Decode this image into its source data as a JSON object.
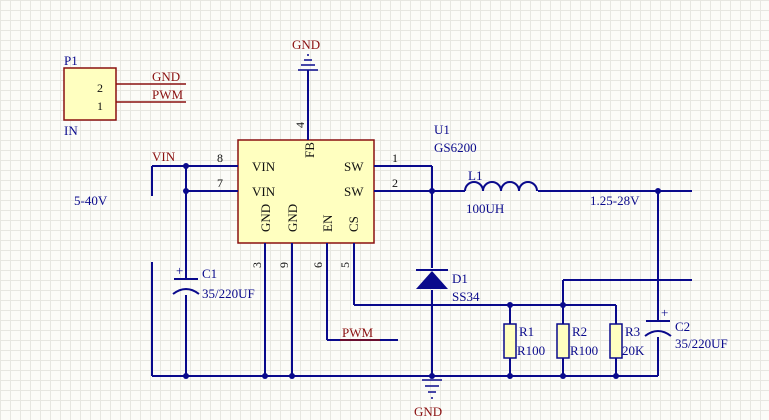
{
  "connector": {
    "designator": "P1",
    "name": "IN",
    "pins": [
      "2",
      "1"
    ],
    "nets": [
      "GND",
      "PWM"
    ]
  },
  "ic": {
    "designator": "U1",
    "part": "GS6200",
    "pins": {
      "vin1": {
        "num": "8",
        "name": "VIN"
      },
      "vin2": {
        "num": "7",
        "name": "VIN"
      },
      "sw1": {
        "num": "1",
        "name": "SW"
      },
      "sw2": {
        "num": "2",
        "name": "SW"
      },
      "fb": {
        "num": "4",
        "name": "FB"
      },
      "gnd1": {
        "num": "3",
        "name": "GND"
      },
      "gnd2": {
        "num": "9",
        "name": "GND"
      },
      "en": {
        "num": "6",
        "name": "EN"
      },
      "cs": {
        "num": "5",
        "name": "CS"
      }
    }
  },
  "nets": {
    "vin": "VIN",
    "gnd_top": "GND",
    "gnd_bottom": "GND",
    "pwm": "PWM"
  },
  "annotations": {
    "input_range": "5-40V",
    "output_range": "1.25-28V"
  },
  "inductor": {
    "designator": "L1",
    "value": "100UH"
  },
  "diode": {
    "designator": "D1",
    "value": "SS34"
  },
  "capacitors": [
    {
      "designator": "C1",
      "value": "35/220UF"
    },
    {
      "designator": "C2",
      "value": "35/220UF"
    }
  ],
  "resistors": [
    {
      "designator": "R1",
      "value": "R100"
    },
    {
      "designator": "R2",
      "value": "R100"
    },
    {
      "designator": "R3",
      "value": "20K"
    }
  ],
  "colors": {
    "wire": "#0a0a8c",
    "net_label": "#8a1010",
    "ic_fill": "#ffffc0",
    "ic_border": "#8a1010",
    "grid": "#e7e7e1",
    "background": "#fcfcf8"
  }
}
